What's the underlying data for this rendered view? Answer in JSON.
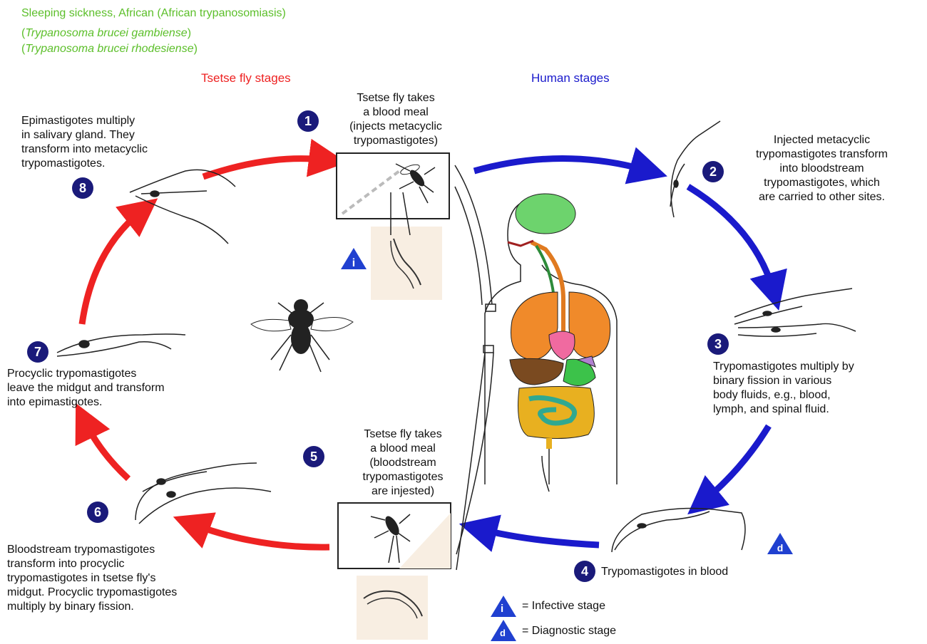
{
  "title": {
    "line1": "Sleeping sickness, African (African trypanosomiasis)",
    "line2": "Trypanosoma brucei gambiense",
    "line3": "Trypanosoma brucei rhodesiense"
  },
  "sections": {
    "tsetse": "Tsetse fly stages",
    "human": "Human stages"
  },
  "colors": {
    "tsetse_arrow": "#ee2222",
    "human_arrow": "#1a1acc",
    "title": "#5cbf2a",
    "badge": "#1a1a7a",
    "triangle": "#2040d0"
  },
  "steps": [
    {
      "num": "1",
      "text": "Tsetse fly takes a blood meal (injects metacyclic trypomastigotes)"
    },
    {
      "num": "2",
      "text": "Injected metacyclic trypomastigotes transform into bloodstream trypomastigotes, which are carried to other sites."
    },
    {
      "num": "3",
      "text": "Trypomastigotes multiply by binary fission in various body fluids, e.g., blood, lymph, and spinal fluid."
    },
    {
      "num": "4",
      "text": "Trypomastigotes in blood"
    },
    {
      "num": "5",
      "text": "Tsetse fly takes a blood meal (bloodstream trypomastigotes are injested)"
    },
    {
      "num": "6",
      "text": "Bloodstream trypomastigotes transform into procyclic trypomastigotes in tsetse fly's midgut. Procyclic trypomastigotes multiply by binary fission."
    },
    {
      "num": "7",
      "text": "Procyclic trypomastigotes leave the midgut and transform into epimastigotes."
    },
    {
      "num": "8",
      "text": "Epimastigotes multiply in salivary gland. They transform into metacyclic trypomastigotes."
    }
  ],
  "step_lines": {
    "s1": [
      "Tsetse fly takes",
      "a blood meal",
      "(injects metacyclic",
      "trypomastigotes)"
    ],
    "s2": [
      "Injected metacyclic",
      "trypomastigotes transform",
      "into bloodstream",
      "trypomastigotes, which",
      "are carried to other sites."
    ],
    "s3": [
      "Trypomastigotes multiply by",
      "binary fission in various",
      "body fluids, e.g., blood,",
      "lymph, and spinal fluid."
    ],
    "s5": [
      "Tsetse fly takes",
      "a blood meal",
      "(bloodstream",
      "trypomastigotes",
      "are injested)"
    ],
    "s6": [
      "Bloodstream trypomastigotes",
      "transform into procyclic",
      "trypomastigotes in tsetse fly's",
      "midgut. Procyclic trypomastigotes",
      "multiply by binary fission."
    ],
    "s7": [
      "Procyclic trypomastigotes",
      "leave the midgut and transform",
      "into epimastigotes."
    ],
    "s8": [
      "Epimastigotes multiply",
      "in salivary gland. They",
      "transform into metacyclic",
      "trypomastigotes."
    ]
  },
  "legend": {
    "infective_symbol": "i",
    "infective_label": "= Infective stage",
    "diagnostic_symbol": "d",
    "diagnostic_label": "= Diagnostic stage"
  }
}
